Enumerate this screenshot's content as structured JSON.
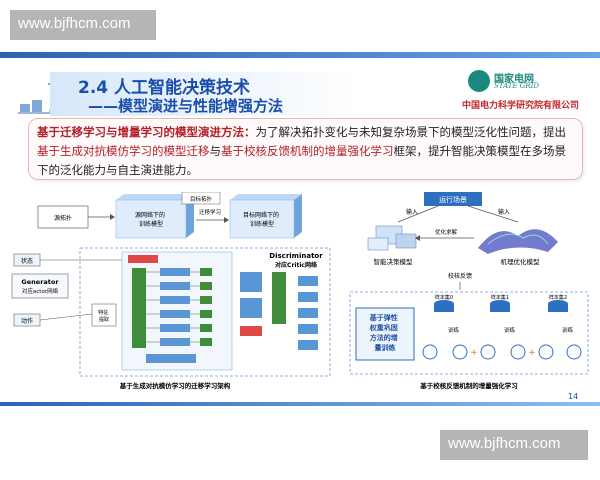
{
  "watermark": {
    "top": "www.bjfhcm.com",
    "bottom": "www.bjfhcm.com"
  },
  "header": {
    "title": "2.4 人工智能决策技术",
    "subtitle": "——模型演进与性能增强方法"
  },
  "logo": {
    "cn": "国家电网",
    "en": "STATE GRID",
    "org": "中国电力科学研究院有限公司"
  },
  "intro": {
    "lead": "基于迁移学习与增量学习的模型演进方法：",
    "text1": "为了解决拓扑变化与未知复杂场景下的模型泛化性问题，提出",
    "hl1": "基于生成对抗模仿学习的模型迁移",
    "mid": "与",
    "hl2": "基于校核反馈机制的增量强化学习",
    "text2": "框架，提升智能决策模型在多场景下的泛化能力与自主演进能力。"
  },
  "left_diagram": {
    "src_topology": "源拓扑",
    "src_model": "源网络下的训练模型",
    "target_topology": "目标拓扑",
    "transfer_learning": "迁移学习",
    "target_model": "目标网络下的训练模型",
    "state": "状态",
    "generator": "Generator",
    "actor_network": "对应actor网络",
    "action": "动作",
    "feature_extract": "特征提取",
    "discriminator": "Discriminator",
    "critic_network": "对应Critic网络",
    "caption": "基于生成对抗模仿学习的迁移学习架构"
  },
  "right_diagram": {
    "scenario": "运行场景",
    "input_left": "输入",
    "input_right": "输入",
    "optimize": "优化求解",
    "decision_model": "智能决策模型",
    "optimization_model": "机理优化模型",
    "feedback": "校核反馈",
    "method": "基于弹性权重巩固方法的增量训练",
    "sample0": "样本集0",
    "sample1": "样本集1",
    "sample2": "样本集2",
    "train": "训练",
    "caption": "基于校核反馈机制的增量强化学习"
  },
  "page_number": "14"
}
